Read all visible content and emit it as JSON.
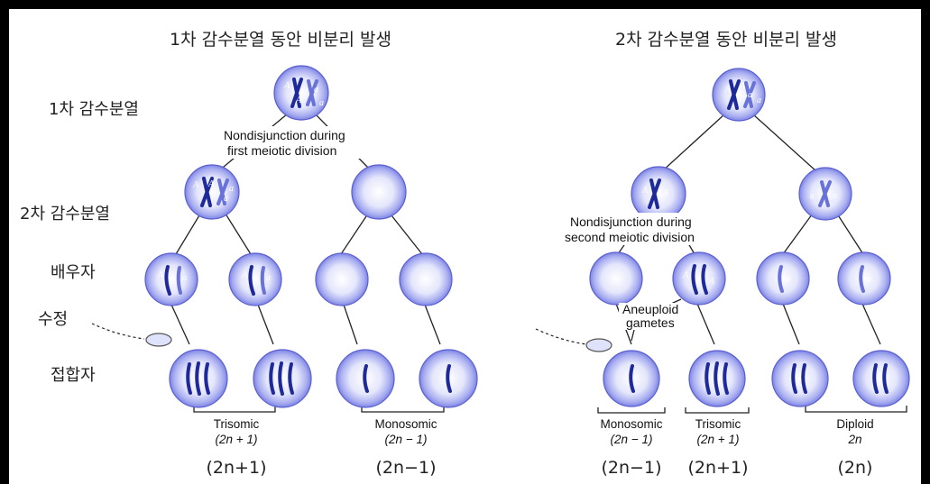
{
  "titles": {
    "left": "1차 감수분열 동안 비분리 발생",
    "right": "2차 감수분열 동안 비분리 발생"
  },
  "stage_labels": {
    "meiosis1": "1차 감수분열",
    "meiosis2": "2차 감수분열",
    "gametes": "배우자",
    "fertilization": "수정",
    "zygote": "접합자"
  },
  "annotations": {
    "nd1_line1": "Nondisjunction during",
    "nd1_line2": "first meiotic division",
    "nd2_line1": "Nondisjunction during",
    "nd2_line2": "second meiotic division",
    "aneu_line1": "Aneuploid",
    "aneu_line2": "gametes"
  },
  "outcomes": [
    {
      "name": "Trisomic",
      "formula": "(2n + 1)",
      "count": "(2n+1)"
    },
    {
      "name": "Monosomic",
      "formula": "(2n − 1)",
      "count": "(2n−1)"
    },
    {
      "name": "Monosomic",
      "formula": "(2n − 1)",
      "count": "(2n−1)"
    },
    {
      "name": "Trisomic",
      "formula": "(2n + 1)",
      "count": "(2n+1)"
    },
    {
      "name": "Diploid",
      "formula": "2n",
      "count": "(2n)"
    }
  ],
  "colors": {
    "cell_fill": "#8f95ec",
    "cell_center": "#ffffff",
    "chromosome": "#1e2a9a"
  }
}
